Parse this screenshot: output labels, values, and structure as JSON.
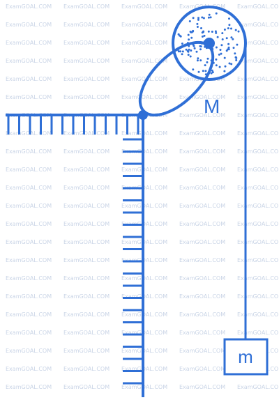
{
  "labels": {
    "mass_big": "M",
    "mass_small": "m"
  },
  "watermark": {
    "text": "ExamGOAL.COM"
  },
  "colors": {
    "ink": "#2f6fd6",
    "watermark": "#c9d4e6"
  }
}
